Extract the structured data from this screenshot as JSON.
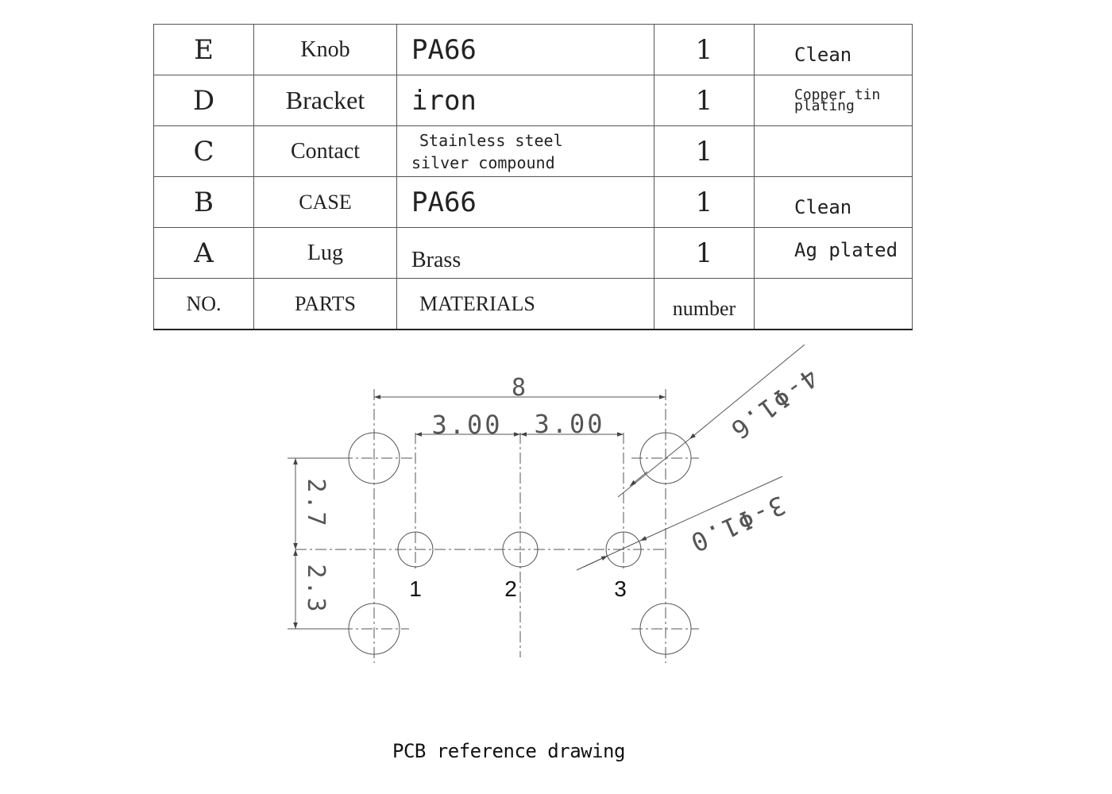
{
  "parts_table": {
    "rows": [
      {
        "no": "E",
        "part": "Knob",
        "material": "PA66",
        "number": "1",
        "finish": "Clean"
      },
      {
        "no": "D",
        "part": "Bracket",
        "material": "iron",
        "number": "1",
        "finish_line1": "Copper tin",
        "finish_line2": "plating"
      },
      {
        "no": "C",
        "part": "Contact",
        "material_line1": "Stainless steel",
        "material_line2": "silver compound",
        "number": "1",
        "finish": ""
      },
      {
        "no": "B",
        "part": "CASE",
        "material": "PA66",
        "number": "1",
        "finish": "Clean"
      },
      {
        "no": "A",
        "part": "Lug",
        "material": "Brass",
        "number": "1",
        "finish": "Ag plated"
      }
    ],
    "header": {
      "no": "NO.",
      "part": "PARTS",
      "material": "MATERIALS",
      "number": "number",
      "finish": ""
    }
  },
  "pcb_drawing": {
    "dimensions": {
      "overall_width": "8",
      "pitch_left": "3.00",
      "pitch_right": "3.00",
      "upper_offset": "2.7",
      "lower_offset": "2.3"
    },
    "callouts": {
      "large_holes": "4-Φ1.6",
      "small_holes": "3-Φ1.0"
    },
    "pin_labels": [
      "1",
      "2",
      "3"
    ],
    "caption": "PCB reference drawing"
  },
  "colors": {
    "line": "#555555",
    "text": "#222222"
  }
}
